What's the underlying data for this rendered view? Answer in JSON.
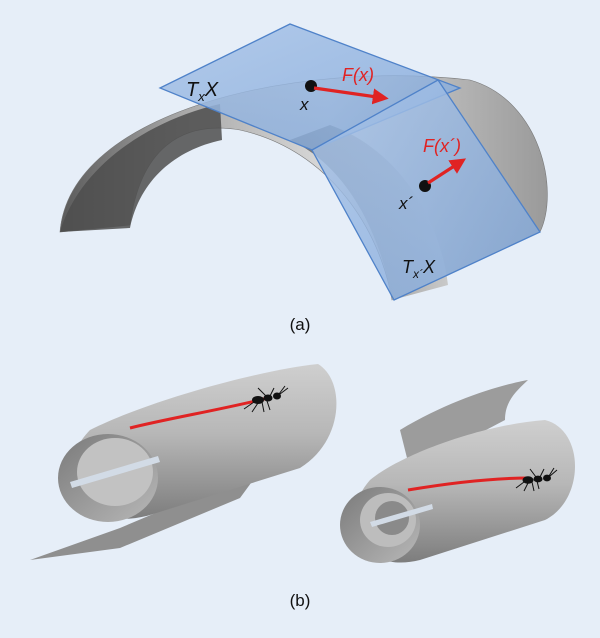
{
  "figure": {
    "panel_a_label": "(a)",
    "panel_b_label": "(b)",
    "tangent_plane_1": {
      "base": "T",
      "sub": "x",
      "space": "X"
    },
    "tangent_plane_2": {
      "base": "T",
      "sub": "x´",
      "space": "X"
    },
    "point_1": "x",
    "point_2": "x´",
    "vector_1": "F(x)",
    "vector_2": "F(x´)"
  },
  "colors": {
    "background": "#e6eef8",
    "surface": "#bdbdbd",
    "plane_fill": "#8fb1de",
    "plane_edge": "#4f82c9",
    "vector": "#e02323",
    "ant_path": "#e02323"
  },
  "icons": [
    "ant-icon",
    "ant-icon"
  ]
}
